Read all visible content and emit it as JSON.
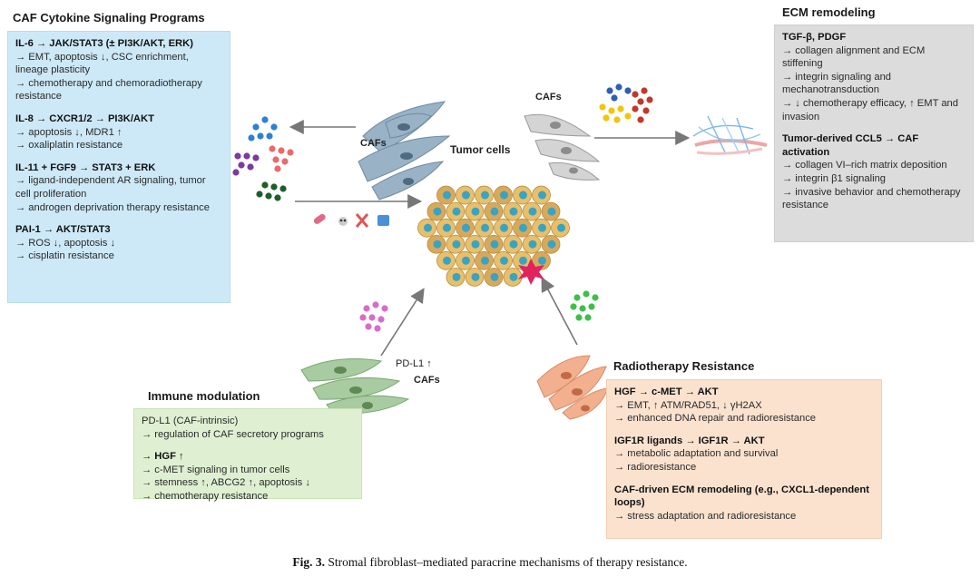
{
  "sections": {
    "cytokine": {
      "title": "CAF Cytokine Signaling Programs",
      "items": [
        {
          "head": "IL-6 → JAK/STAT3 (± PI3K/AKT, ERK)",
          "lines": [
            "→ EMT, apoptosis ↓, CSC enrichment, lineage plasticity",
            "→ chemotherapy and chemoradiotherapy resistance"
          ]
        },
        {
          "head": "IL-8 → CXCR1/2 → PI3K/AKT",
          "lines": [
            "→ apoptosis ↓, MDR1 ↑",
            "→ oxaliplatin resistance"
          ]
        },
        {
          "head": "IL-11 + FGF9 → STAT3 + ERK",
          "lines": [
            "→ ligand-independent AR signaling, tumor cell proliferation",
            "→ androgen deprivation therapy resistance"
          ]
        },
        {
          "head": "PAI-1 → AKT/STAT3",
          "lines": [
            "→ ROS ↓, apoptosis ↓",
            "→ cisplatin resistance"
          ]
        }
      ]
    },
    "ecm": {
      "title": "ECM remodeling",
      "items": [
        {
          "head": "TGF-β, PDGF",
          "lines": [
            "→ collagen alignment and ECM stiffening",
            "→ integrin signaling and mechanotransduction",
            "→ ↓ chemotherapy efficacy, ↑ EMT and invasion"
          ]
        },
        {
          "head": "Tumor-derived CCL5 → CAF activation",
          "lines": [
            "→ collagen VI–rich matrix deposition",
            "→ integrin β1 signaling",
            "→ invasive behavior and chemotherapy resistance"
          ]
        }
      ]
    },
    "immune": {
      "title": "Immune modulation",
      "items": [
        {
          "head": "",
          "lines": [
            "PD-L1 (CAF-intrinsic)",
            "→ regulation of CAF secretory programs"
          ]
        },
        {
          "head": "→ HGF ↑",
          "lines": [
            "→ c-MET signaling in tumor cells",
            "→ stemness ↑, ABCG2 ↑, apoptosis ↓",
            "→ chemotherapy resistance"
          ]
        }
      ]
    },
    "radio": {
      "title": "Radiotherapy Resistance",
      "items": [
        {
          "head": "HGF → c-MET → AKT",
          "lines": [
            "→ EMT, ↑ ATM/RAD51, ↓ γH2AX",
            "→ enhanced DNA repair and radioresistance"
          ]
        },
        {
          "head": "IGF1R ligands → IGF1R → AKT",
          "lines": [
            "→ metabolic adaptation and survival",
            "→ radioresistance"
          ]
        },
        {
          "head": "CAF-driven ECM remodeling (e.g., CXCL1-dependent loops)",
          "lines": [
            "→ stress adaptation and radioresistance"
          ]
        }
      ]
    }
  },
  "labels": {
    "tumor_cells": "Tumor cells",
    "cafs_left": "CAFs",
    "cafs_top": "CAFs",
    "cafs_bottom": "CAFs",
    "pdl1": "PD-L1 ↑"
  },
  "caption": {
    "fig": "Fig. 3.",
    "text": "Stromal fibroblast–mediated paracrine mechanisms of therapy resistance."
  },
  "colors": {
    "cytokine_panel": "#cde9f7",
    "ecm_panel": "#dcdcdc",
    "immune_panel": "#dff0d2",
    "radio_panel": "#fbe2cf",
    "tumor_cell": "#e8c06a",
    "tumor_nucleus": "#3aa3c4"
  }
}
